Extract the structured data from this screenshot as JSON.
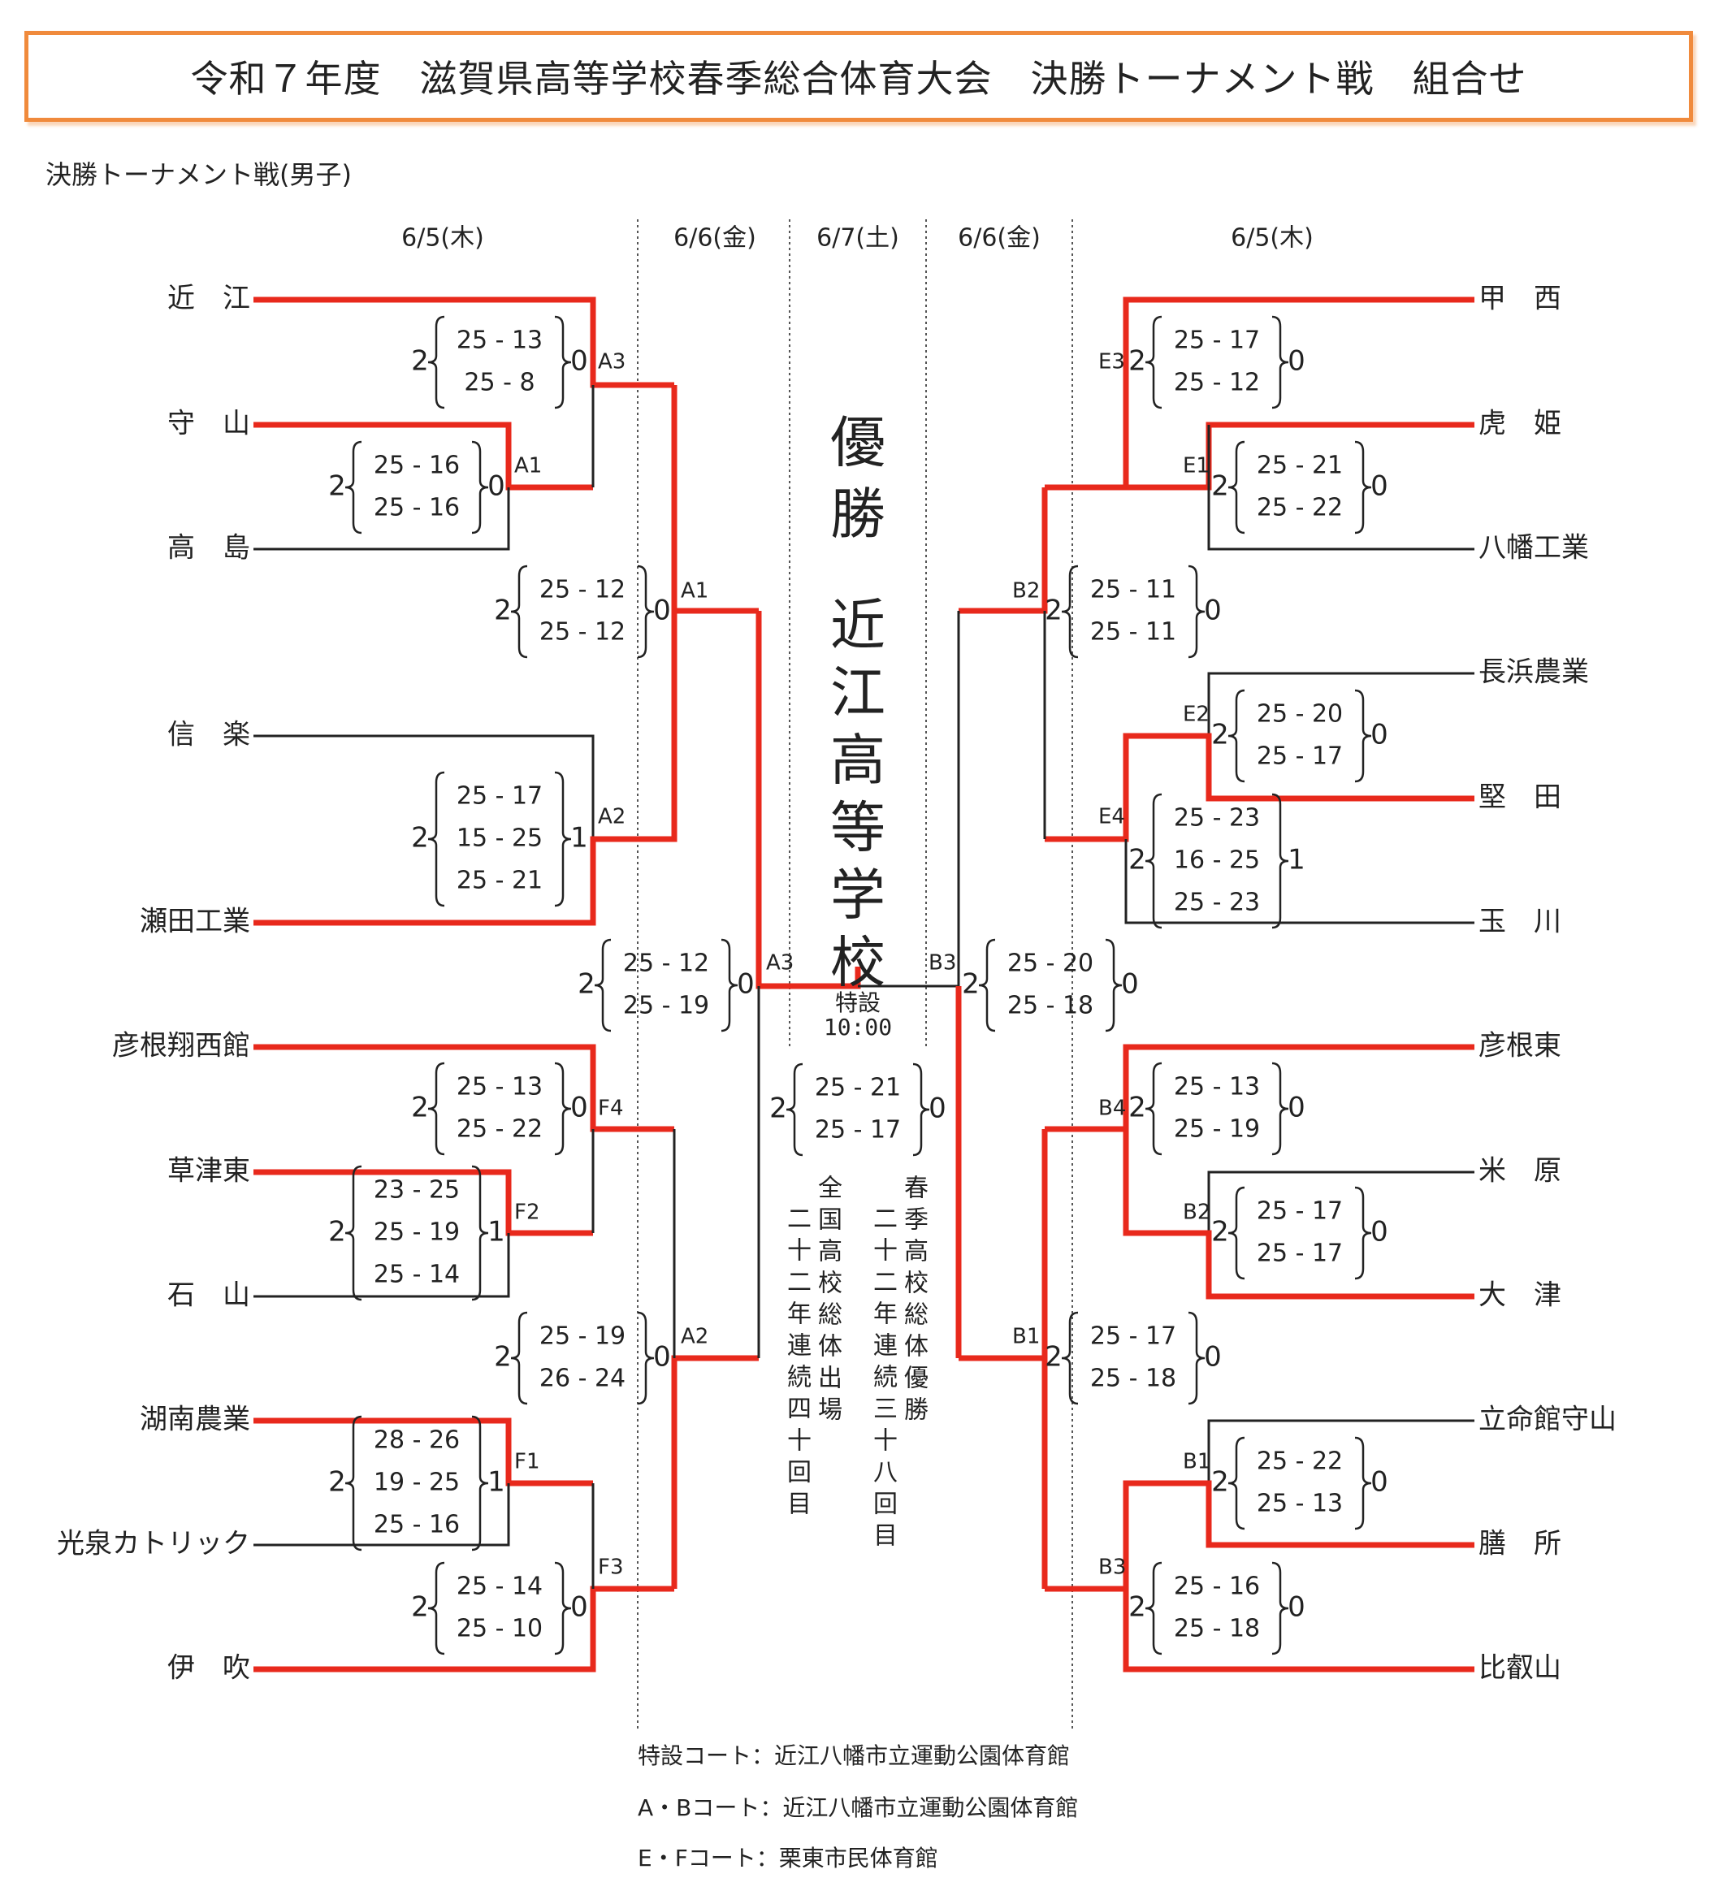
{
  "title": "令和７年度　滋賀県高等学校春季総合体育大会　決勝トーナメント戦　組合せ",
  "subtitle": "決勝トーナメント戦(男子)",
  "dates": {
    "left_r1": "6/5(木)",
    "left_r2": "6/6(金)",
    "final": "6/7(土)",
    "right_r2": "6/6(金)",
    "right_r1": "6/5(木)"
  },
  "champion_label": "優勝",
  "champion_team": "近江高等学校",
  "final_court": "特設",
  "final_time": "10:00",
  "colors": {
    "winner_line": "#e8291c",
    "loser_line": "#222222",
    "title_border": "#f08a3c"
  },
  "teams_left": [
    "近　江",
    "守　山",
    "高　島",
    "信　楽",
    "瀬田工業",
    "彦根翔西館",
    "草津東",
    "石　山",
    "湖南農業",
    "光泉カトリック",
    "伊　吹"
  ],
  "teams_right": [
    "甲　西",
    "虎　姫",
    "八幡工業",
    "長浜農業",
    "堅　田",
    "玉　川",
    "彦根東",
    "米　原",
    "大　津",
    "立命館守山",
    "膳　所",
    "比叡山"
  ],
  "matches": [
    {
      "court": "A1",
      "winner": 2,
      "sets": [
        "25 - 16",
        "25 - 16"
      ],
      "loser": 0
    },
    {
      "court": "A3",
      "winner": 2,
      "sets": [
        "25 - 13",
        "25 -  8"
      ],
      "loser": 0
    },
    {
      "court": "A2",
      "winner": 2,
      "sets": [
        "25 - 17",
        "15 - 25",
        "25 - 21"
      ],
      "loser": 1
    },
    {
      "court": "A1",
      "winner": 2,
      "sets": [
        "25 - 12",
        "25 - 12"
      ],
      "loser": 0
    },
    {
      "court": "F4",
      "winner": 2,
      "sets": [
        "25 - 13",
        "25 - 22"
      ],
      "loser": 0
    },
    {
      "court": "F2",
      "winner": 2,
      "sets": [
        "23 - 25",
        "25 - 19",
        "25 - 14"
      ],
      "loser": 1
    },
    {
      "court": "F1",
      "winner": 2,
      "sets": [
        "28 - 26",
        "19 - 25",
        "25 - 16"
      ],
      "loser": 1
    },
    {
      "court": "F3",
      "winner": 2,
      "sets": [
        "25 - 14",
        "25 - 10"
      ],
      "loser": 0
    },
    {
      "court": "A2",
      "winner": 2,
      "sets": [
        "25 - 19",
        "26 - 24"
      ],
      "loser": 0
    },
    {
      "court": "A3",
      "winner": 2,
      "sets": [
        "25 - 12",
        "25 - 19"
      ],
      "loser": 0
    },
    {
      "court": "E3",
      "winner": 2,
      "sets": [
        "25 - 17",
        "25 - 12"
      ],
      "loser": 0
    },
    {
      "court": "E1",
      "winner": 2,
      "sets": [
        "25 - 21",
        "25 - 22"
      ],
      "loser": 0
    },
    {
      "court": "E2",
      "winner": 2,
      "sets": [
        "25 - 20",
        "25 - 17"
      ],
      "loser": 0
    },
    {
      "court": "E4",
      "winner": 2,
      "sets": [
        "25 - 23",
        "16 - 25",
        "25 - 23"
      ],
      "loser": 1
    },
    {
      "court": "B2",
      "winner": 2,
      "sets": [
        "25 - 11",
        "25 - 11"
      ],
      "loser": 0
    },
    {
      "court": "B4",
      "winner": 2,
      "sets": [
        "25 - 13",
        "25 - 19"
      ],
      "loser": 0
    },
    {
      "court": "B2",
      "winner": 2,
      "sets": [
        "25 - 17",
        "25 - 17"
      ],
      "loser": 0
    },
    {
      "court": "B1",
      "winner": 2,
      "sets": [
        "25 - 22",
        "25 - 13"
      ],
      "loser": 0
    },
    {
      "court": "B3",
      "winner": 2,
      "sets": [
        "25 - 16",
        "25 - 18"
      ],
      "loser": 0
    },
    {
      "court": "B1",
      "winner": 2,
      "sets": [
        "25 - 17",
        "25 - 18"
      ],
      "loser": 0
    },
    {
      "court": "B3",
      "winner": 2,
      "sets": [
        "25 - 20",
        "25 - 18"
      ],
      "loser": 0
    },
    {
      "court": "",
      "winner": 2,
      "sets": [
        "25  -  21",
        "25  -  17"
      ],
      "loser": 0
    }
  ],
  "notes": {
    "left": "全国高校総体出場二十二年連続四十回目",
    "right": "春季高校総体優勝二十二年連続三十八回目"
  },
  "courts": [
    "特設コート：近江八幡市立運動公園体育館",
    "A・Bコート：近江八幡市立運動公園体育館",
    "E・Fコート：栗東市民体育館"
  ]
}
